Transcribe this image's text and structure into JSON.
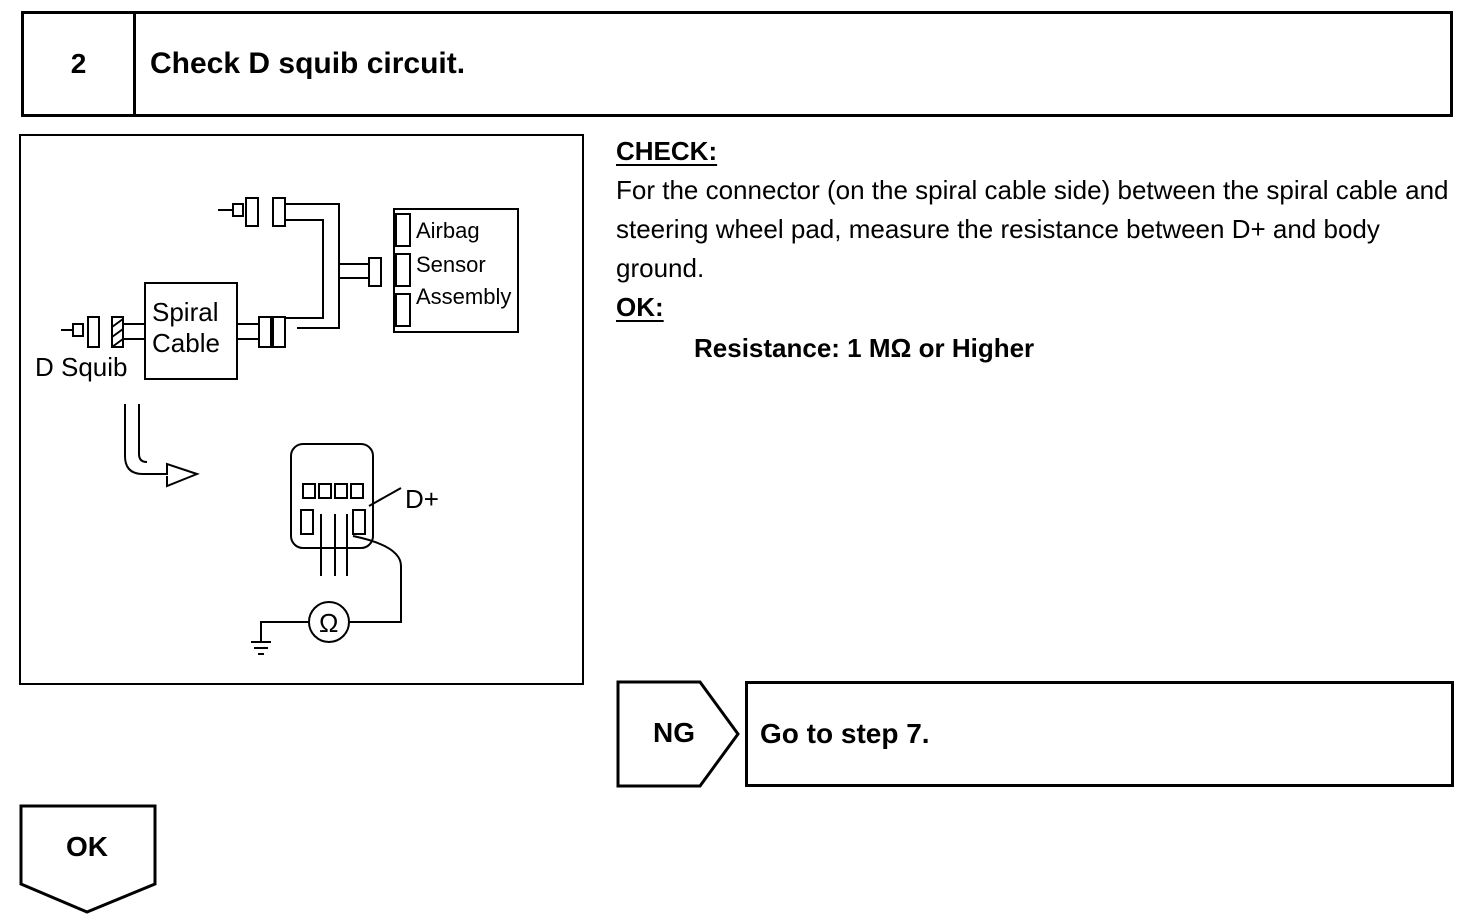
{
  "step": {
    "number": "2",
    "title": "Check D squib circuit."
  },
  "diagram": {
    "airbag_label_1": "Airbag",
    "airbag_label_2": "Sensor",
    "airbag_label_3": "Assembly",
    "spiral_label_1": "Spiral",
    "spiral_label_2": "Cable",
    "d_squib_label": "D Squib",
    "d_plus_label": "D+",
    "ohm_symbol": "Ω"
  },
  "check": {
    "heading": "CHECK:",
    "body": "For the connector (on the spiral cable side) between the spiral cable and steering wheel pad, measure the resistance between D+ and body ground.",
    "ok_heading": "OK:",
    "resistance": "Resistance: 1 MΩ or Higher"
  },
  "ng": {
    "label": "NG",
    "action": "Go to step 7."
  },
  "ok_branch": {
    "label": "OK"
  }
}
